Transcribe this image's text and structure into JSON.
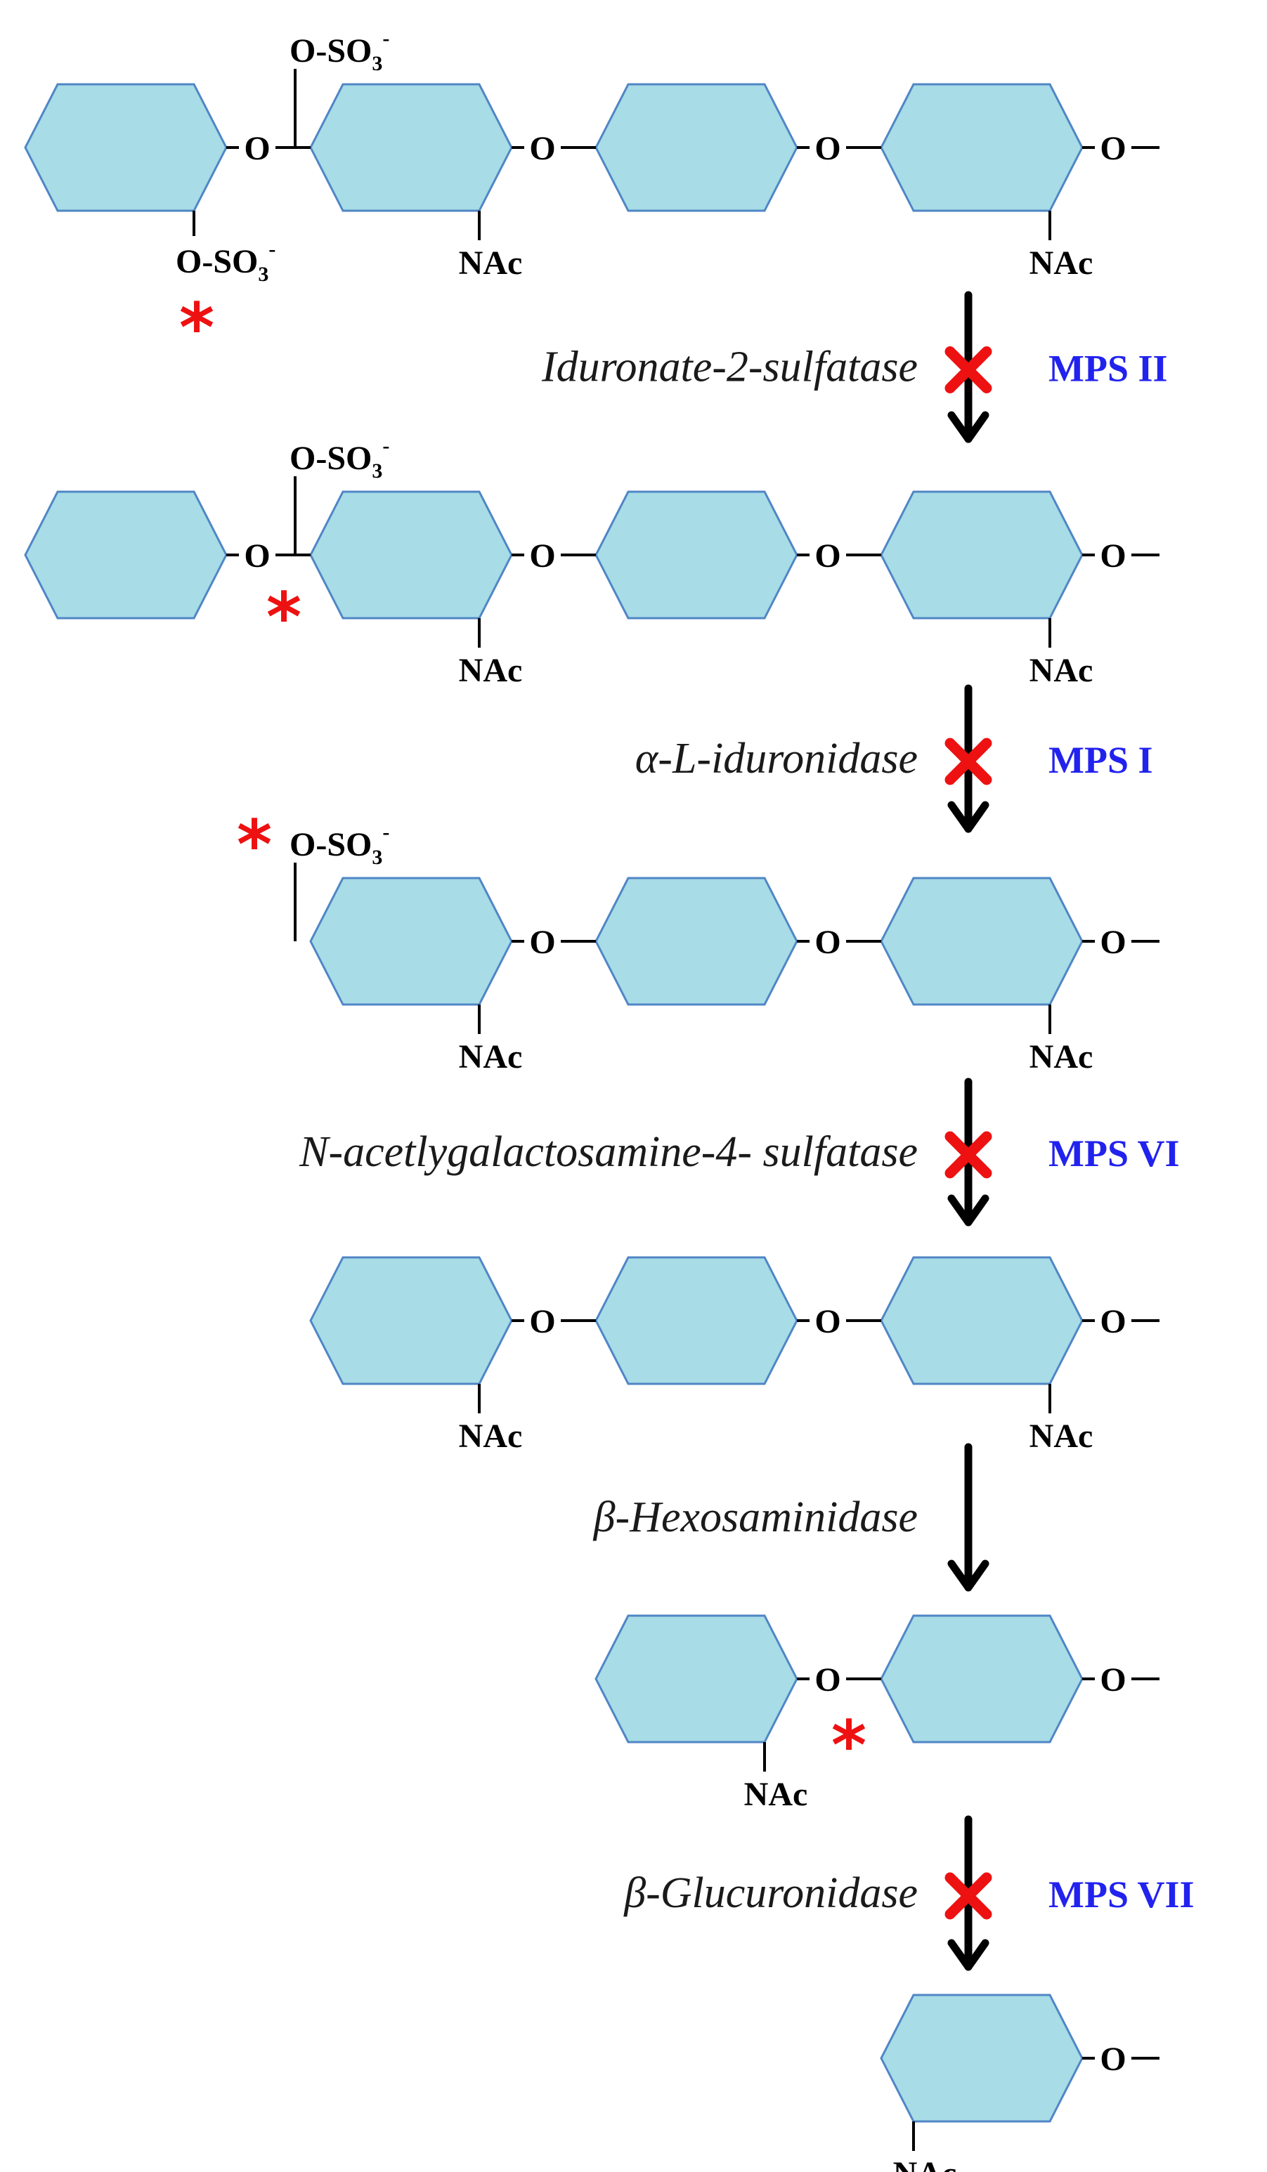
{
  "labels": {
    "ring_link": "O",
    "sulfate": "O-SO",
    "sulfate_sub": "3",
    "sulfate_charge": "-",
    "nacetyl": "NAc",
    "site_marker": "*"
  },
  "steps": [
    {
      "enzyme": "Iduronate-2-sulfatase",
      "disease": "MPS II",
      "blocked": true
    },
    {
      "enzyme": "α-L-iduronidase",
      "disease": "MPS I",
      "blocked": true
    },
    {
      "enzyme": "N-acetlygalactosamine-4- sulfatase",
      "disease": "MPS VI",
      "blocked": true
    },
    {
      "enzyme": "β-Hexosaminidase",
      "disease": "",
      "blocked": false
    },
    {
      "enzyme": "β-Glucuronidase",
      "disease": "MPS VII",
      "blocked": true
    }
  ],
  "colors": {
    "ring_fill": "#a8dce6",
    "ring_stroke": "#4f86c6",
    "disease_label": "#2222ee",
    "block_mark": "#ee1111",
    "site_marker": "#ee1111"
  }
}
